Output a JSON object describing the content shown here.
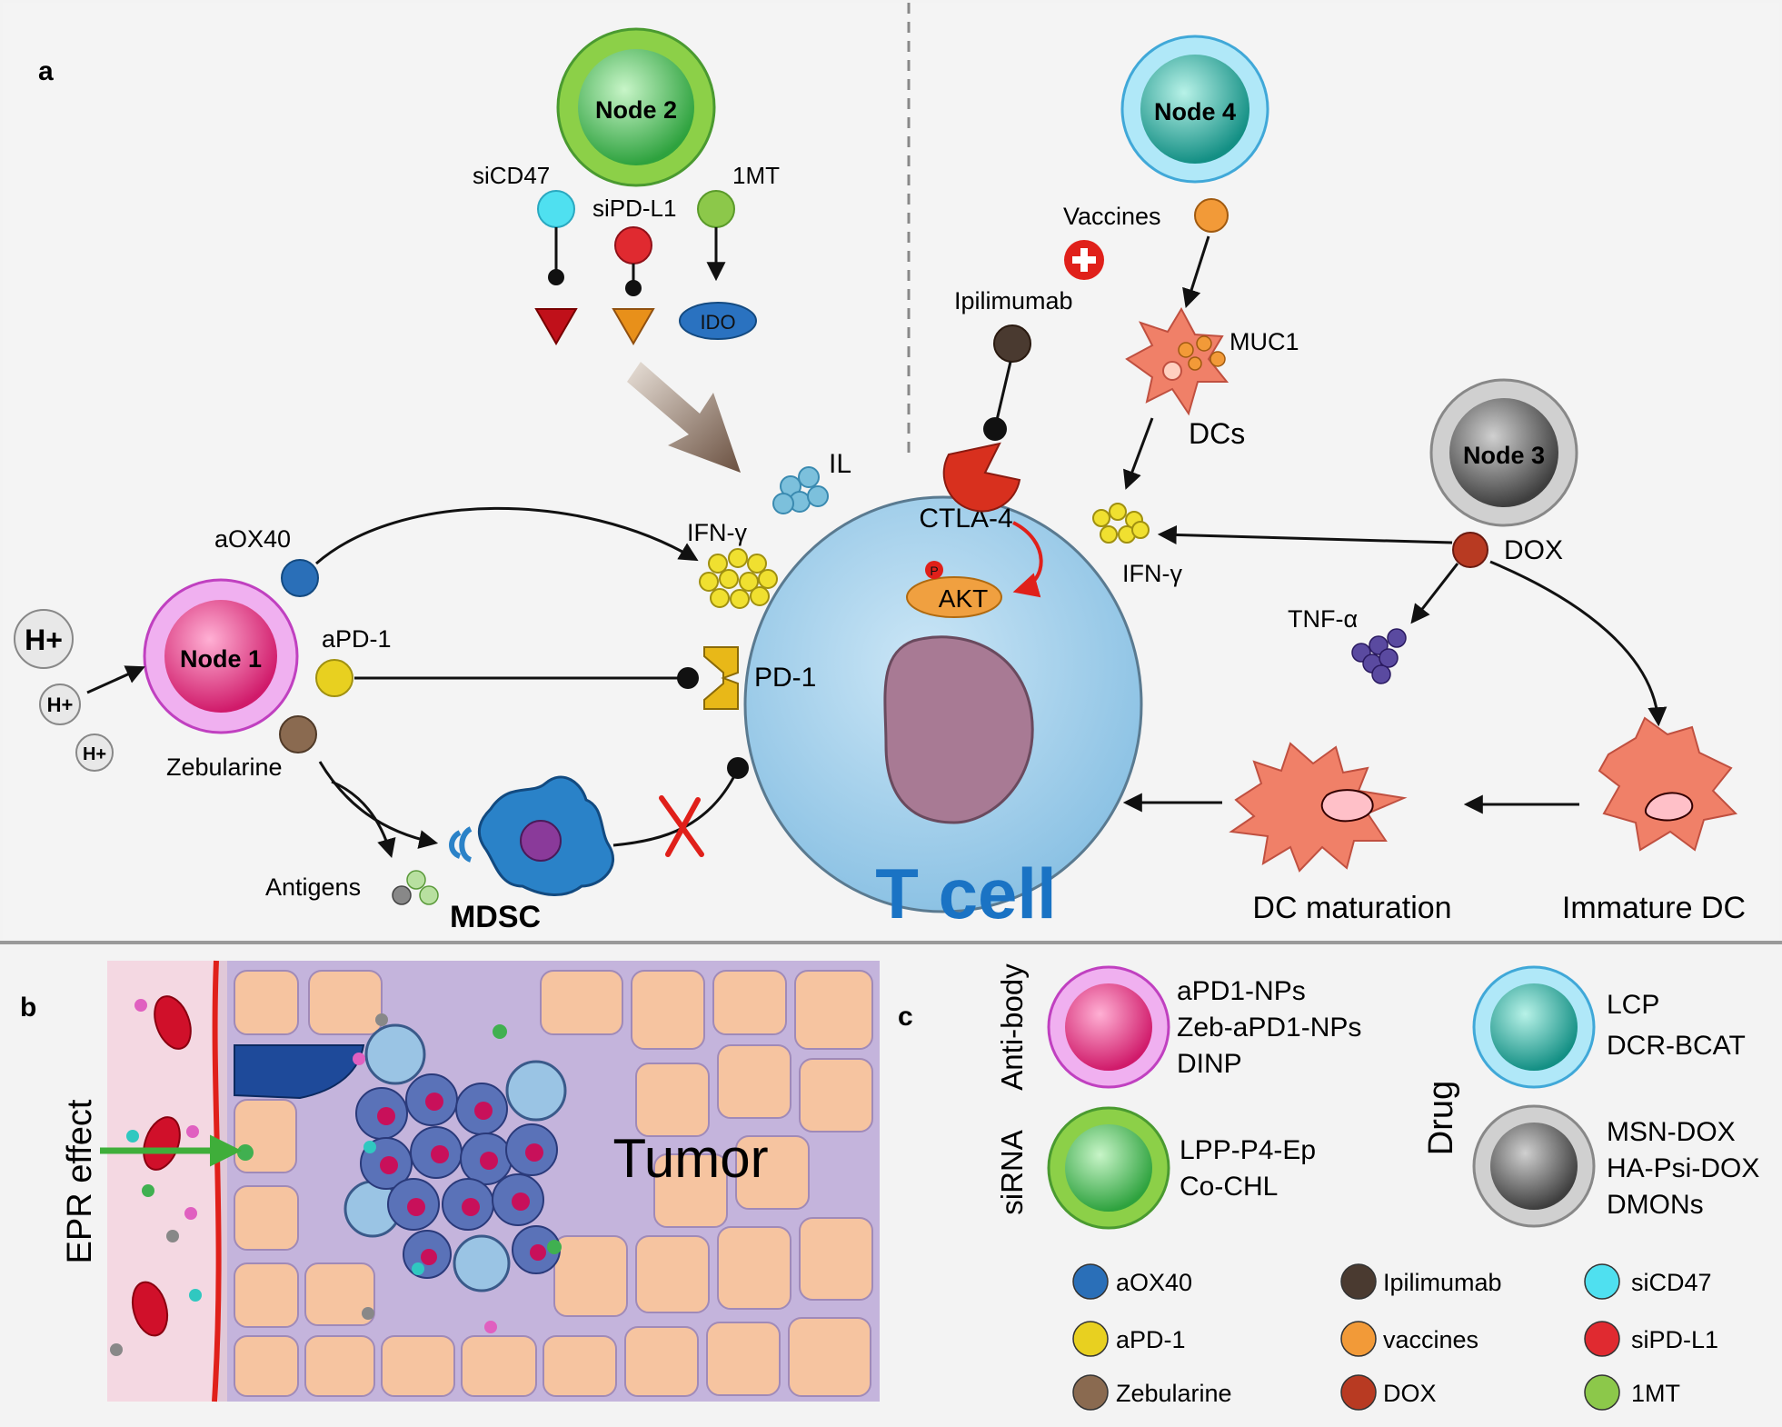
{
  "colors": {
    "background": "#f3f3f3",
    "tcell": "#a9d4ee",
    "tcell_label": "#1a73c4",
    "node1": "#e0307a",
    "node2": "#4ec65a",
    "node3": "#707070",
    "node4": "#2ab5a5",
    "arrow": "#111111",
    "inhibit_red": "#e0201a",
    "dc": "#f08068",
    "mdsc": "#2a82c8",
    "epr_arrow": "#3fae3a"
  },
  "panel_a": {
    "label": "a",
    "nodes": {
      "node1": "Node 1",
      "node2": "Node 2",
      "node3": "Node 3",
      "node4": "Node 4"
    },
    "node2_payloads": {
      "sicd47": "siCD47",
      "sipdl1": "siPD-L1",
      "mt1": "1MT",
      "ido": "IDO"
    },
    "node1_payloads": {
      "aox40": "aOX40",
      "apd1": "aPD-1",
      "zeb": "Zebularine"
    },
    "h_plus": "H+",
    "il": "IL",
    "ifn_left": "IFN-γ",
    "ifn_right": "IFN-γ",
    "pd1": "PD-1",
    "ctla4": "CTLA-4",
    "p": "P",
    "akt": "AKT",
    "tcell": "T cell",
    "mdsc": "MDSC",
    "antigens": "Antigens",
    "ipilimumab": "Ipilimumab",
    "vaccines": "Vaccines",
    "muc1": "MUC1",
    "dcs": "DCs",
    "dox": "DOX",
    "tnf": "TNF-α",
    "dc_maturation": "DC maturation",
    "immature_dc": "Immature DC"
  },
  "panel_b": {
    "label": "b",
    "epr": "EPR effect",
    "tumor": "Tumor"
  },
  "panel_c": {
    "label": "c",
    "antibody_group": "Anti-body",
    "antibody_items": [
      "aPD1-NPs",
      "Zeb-aPD1-NPs",
      "DINP"
    ],
    "sirna_group": "siRNA",
    "sirna_items": [
      "LPP-P4-Ep",
      "Co-CHL"
    ],
    "drug_group": "Drug",
    "drug_items_1": [
      "LCP",
      "DCR-BCAT"
    ],
    "drug_items_2": [
      "MSN-DOX",
      "HA-Psi-DOX",
      "DMONs"
    ],
    "legend": [
      {
        "label": "aOX40",
        "color": "#2a6fb8"
      },
      {
        "label": "Ipilimumab",
        "color": "#4a3a30"
      },
      {
        "label": "siCD47",
        "color": "#4fe0f0"
      },
      {
        "label": "aPD-1",
        "color": "#e8d020"
      },
      {
        "label": "vaccines",
        "color": "#f29a38"
      },
      {
        "label": "siPD-L1",
        "color": "#e02a30"
      },
      {
        "label": "Zebularine",
        "color": "#8a6a50"
      },
      {
        "label": "DOX",
        "color": "#b83a22"
      },
      {
        "label": "1MT",
        "color": "#8cc84a"
      }
    ]
  }
}
